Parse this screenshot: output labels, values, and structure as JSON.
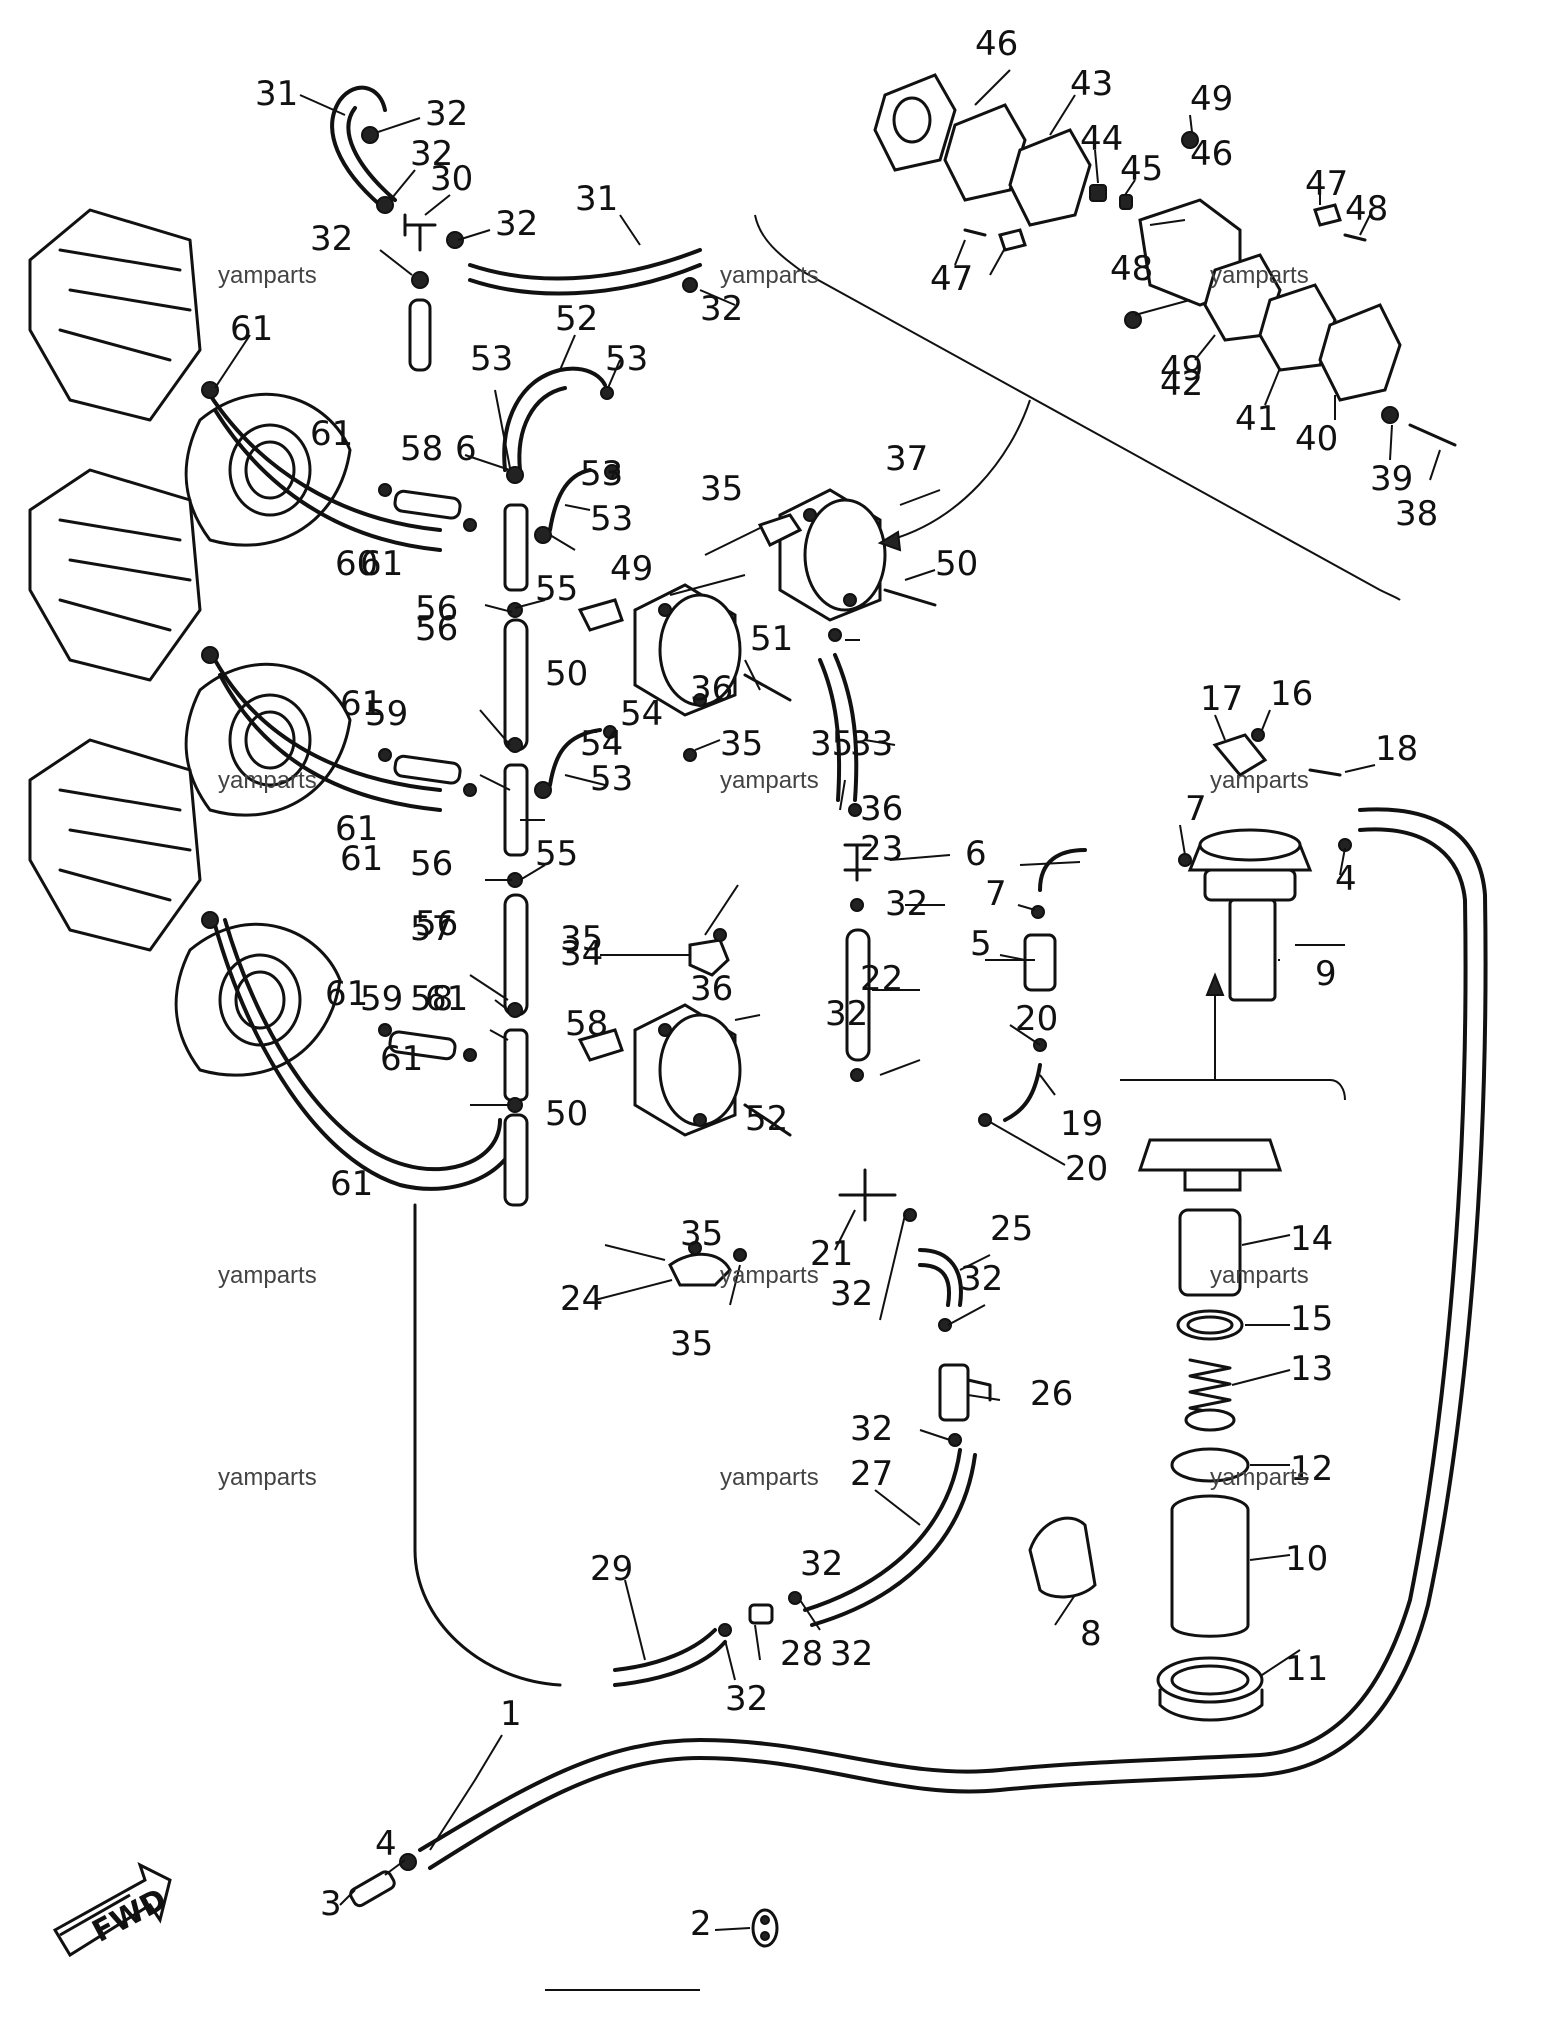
{
  "watermark": "yamparts",
  "fwd_label": "FWD",
  "callouts": [
    "1",
    "2",
    "3",
    "4",
    "4",
    "5",
    "6",
    "6",
    "7",
    "7",
    "8",
    "9",
    "10",
    "11",
    "12",
    "13",
    "14",
    "15",
    "16",
    "17",
    "18",
    "19",
    "20",
    "20",
    "21",
    "22",
    "23",
    "24",
    "25",
    "26",
    "27",
    "28",
    "29",
    "30",
    "31",
    "31",
    "32",
    "32",
    "32",
    "32",
    "32",
    "32",
    "32",
    "32",
    "32",
    "32",
    "32",
    "32",
    "32",
    "33",
    "34",
    "35",
    "35",
    "35",
    "35",
    "35",
    "35",
    "36",
    "36",
    "36",
    "37",
    "38",
    "39",
    "40",
    "41",
    "42",
    "43",
    "44",
    "45",
    "46",
    "46",
    "47",
    "47",
    "48",
    "48",
    "49",
    "49",
    "49",
    "50",
    "50",
    "50",
    "51",
    "52",
    "52",
    "53",
    "53",
    "53",
    "53",
    "53",
    "54",
    "54",
    "55",
    "55",
    "56",
    "56",
    "56",
    "56",
    "57",
    "58",
    "58",
    "58",
    "59",
    "59",
    "60",
    "61",
    "61",
    "61",
    "61",
    "61",
    "61",
    "61",
    "61",
    "61",
    "61"
  ]
}
